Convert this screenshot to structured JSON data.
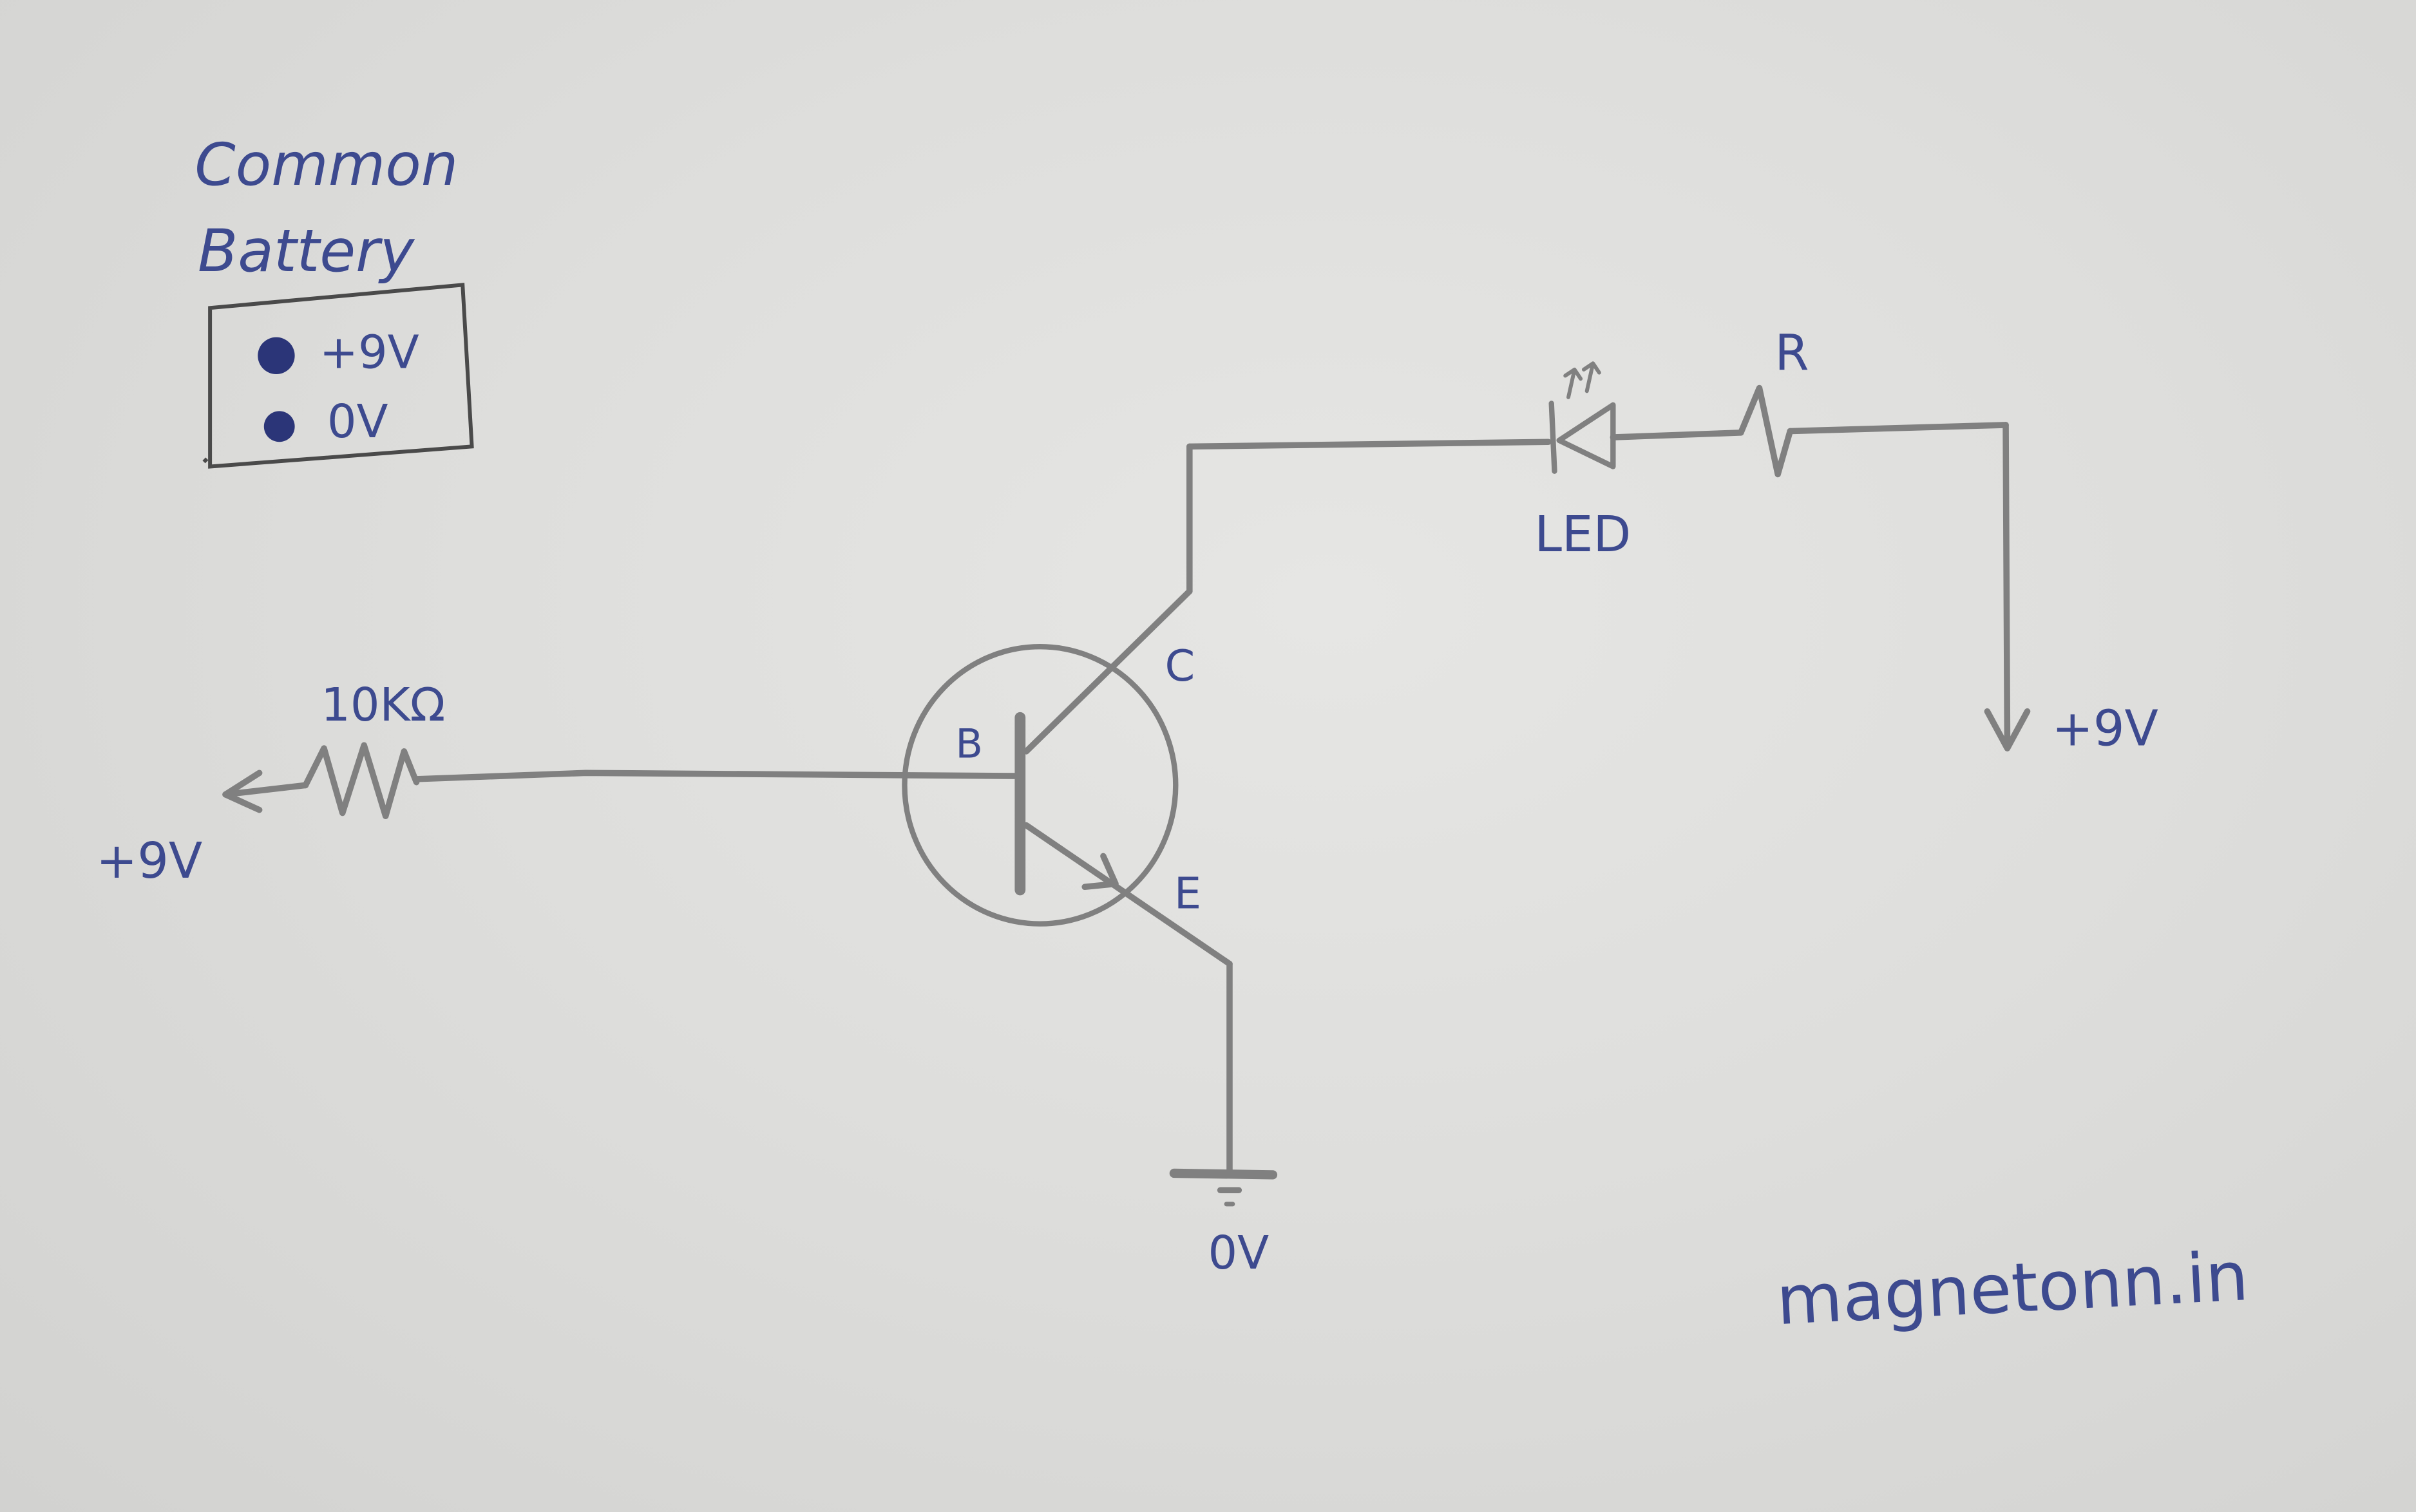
{
  "legend": {
    "title_line1": "Common",
    "title_line2": "Battery",
    "items": [
      {
        "label": "+9V",
        "dot_color": "#2b3578"
      },
      {
        "label": "0V",
        "dot_color": "#2b3578"
      }
    ]
  },
  "labels": {
    "base_resistor": "10KΩ",
    "input_supply": "+9V",
    "base": "B",
    "collector": "C",
    "emitter": "E",
    "led": "LED",
    "resistor": "R",
    "output_supply": "+9V",
    "ground": "0V"
  },
  "watermark": "magnetonn.in",
  "colors": {
    "ink": "#3d4a8f",
    "pencil": "#808080",
    "paper": "#dededc"
  }
}
